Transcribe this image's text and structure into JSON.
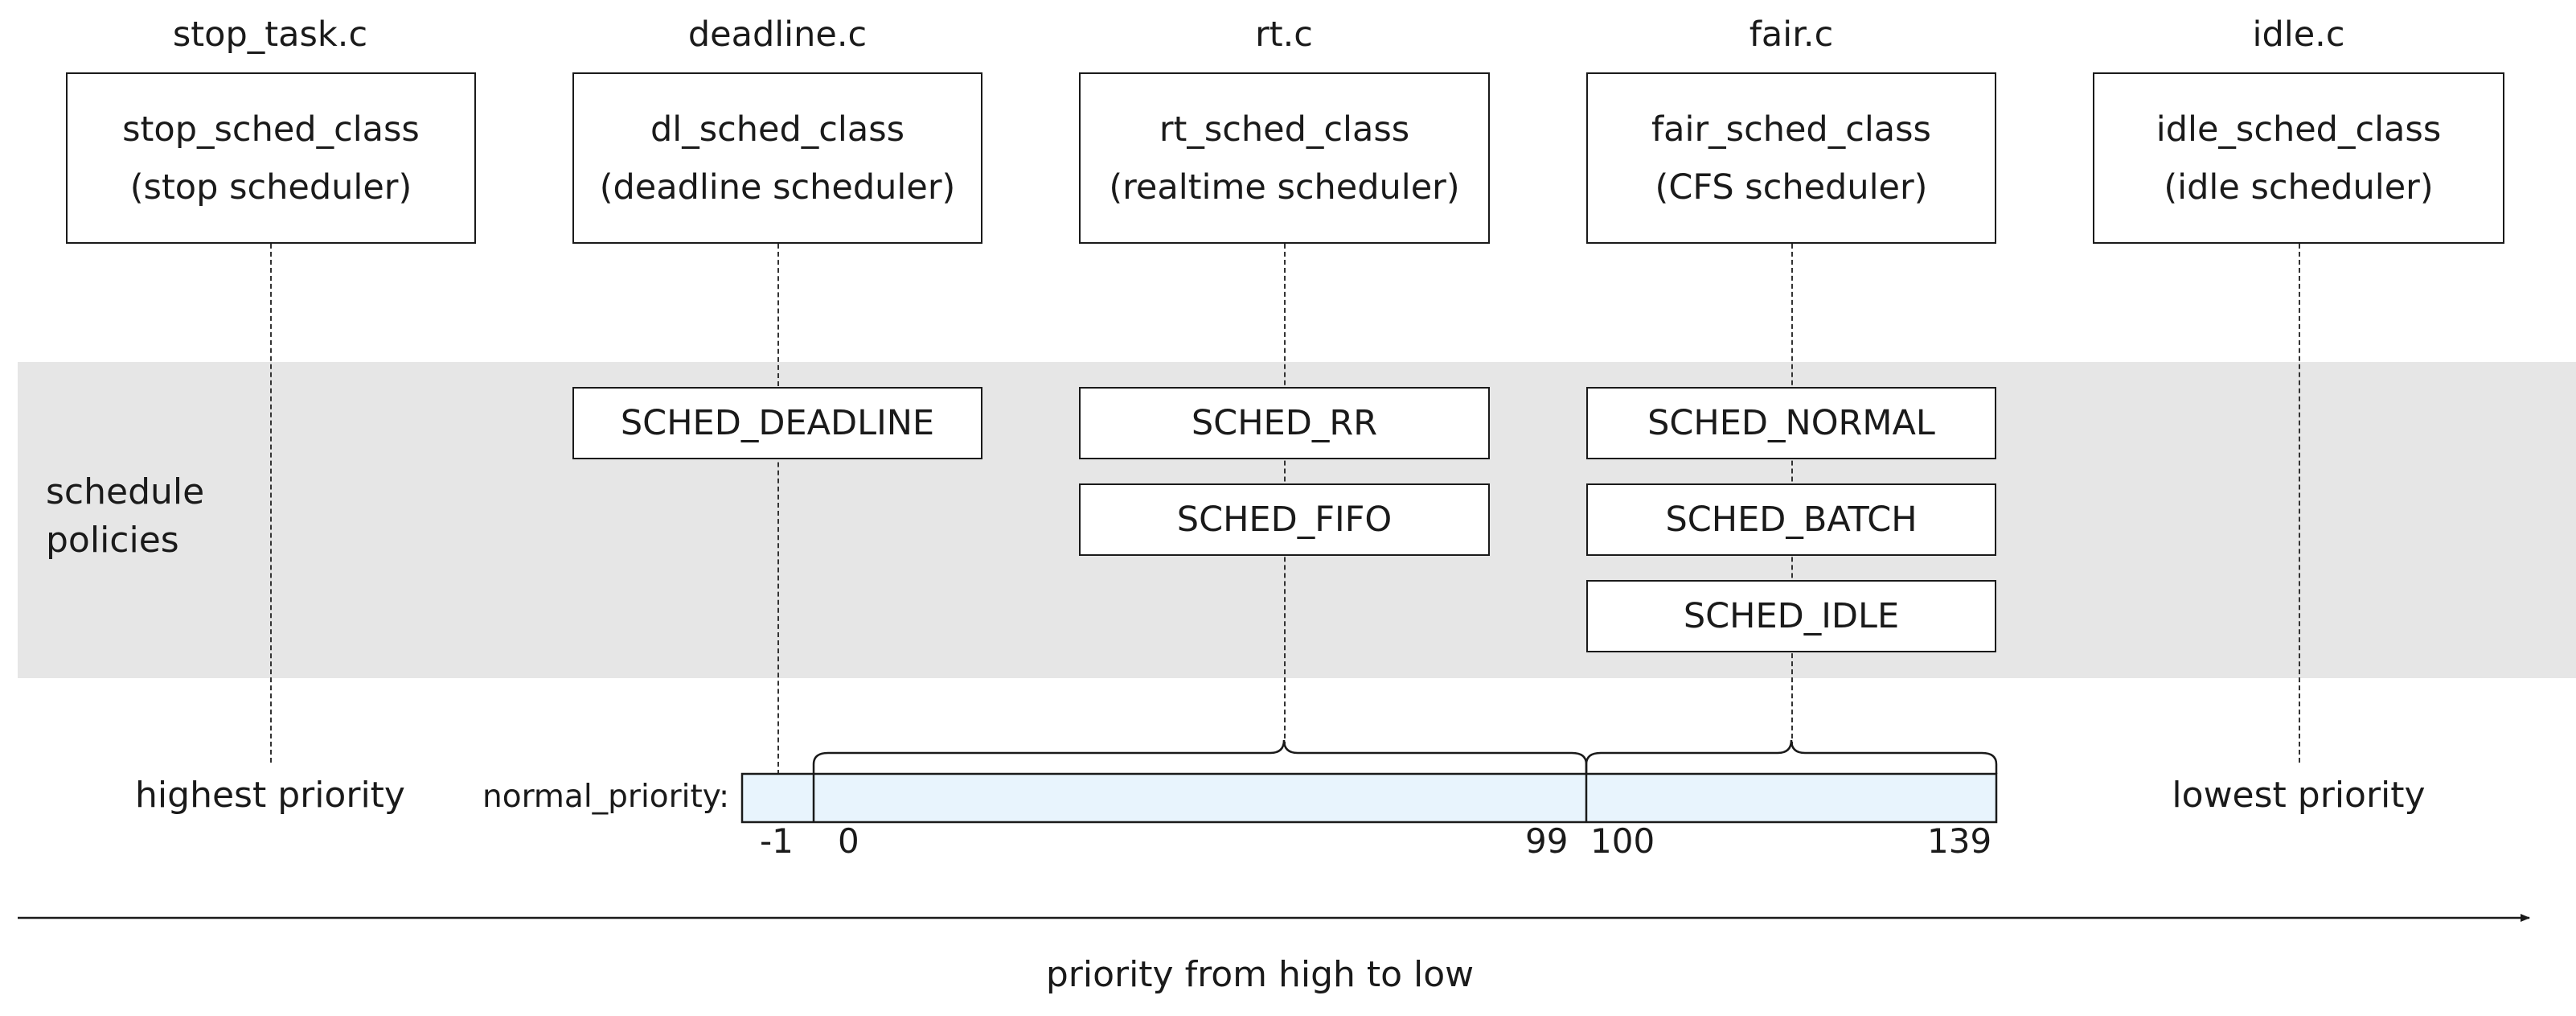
{
  "classes": [
    {
      "file": "stop_task.c",
      "name": "stop_sched_class",
      "desc": "(stop scheduler)"
    },
    {
      "file": "deadline.c",
      "name": "dl_sched_class",
      "desc": "(deadline scheduler)"
    },
    {
      "file": "rt.c",
      "name": "rt_sched_class",
      "desc": "(realtime scheduler)"
    },
    {
      "file": "fair.c",
      "name": "fair_sched_class",
      "desc": "(CFS scheduler)"
    },
    {
      "file": "idle.c",
      "name": "idle_sched_class",
      "desc": "(idle scheduler)"
    }
  ],
  "policies": {
    "label_line1": "schedule",
    "label_line2": "policies",
    "deadline": [
      "SCHED_DEADLINE"
    ],
    "rt": [
      "SCHED_RR",
      "SCHED_FIFO"
    ],
    "fair": [
      "SCHED_NORMAL",
      "SCHED_BATCH",
      "SCHED_IDLE"
    ]
  },
  "priority": {
    "highest": "highest priority",
    "lowest": "lowest priority",
    "bar_label": "normal_priority:",
    "ticks": [
      "-1",
      "0",
      "99",
      "100",
      "139"
    ],
    "axis_label": "priority from high to low"
  },
  "colors": {
    "band": "#e6e6e6",
    "bar_fill": "#e8f4fd",
    "stroke": "#1a1a1a"
  }
}
